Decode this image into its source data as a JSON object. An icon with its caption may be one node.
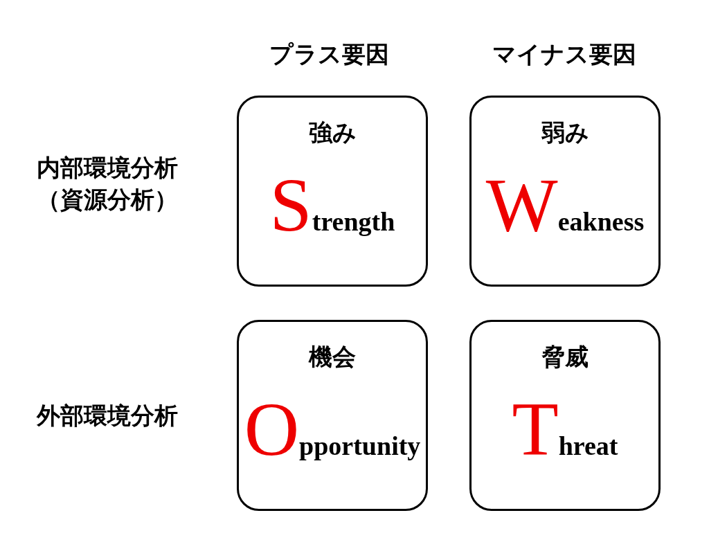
{
  "diagram": {
    "nodes": [
      {
        "text": [
          "強み",
          "Strength"
        ]
      },
      {
        "text": [
          "弱み",
          "Weakness"
        ]
      },
      {
        "text": [
          "機会",
          "Opportunity"
        ]
      },
      {
        "text": [
          "脅威",
          "Threat"
        ]
      }
    ],
    "labels": [
      "プラス要因",
      "マイナス要因",
      "内部環境分析（資源分析）",
      "外部環境分析"
    ]
  }
}
